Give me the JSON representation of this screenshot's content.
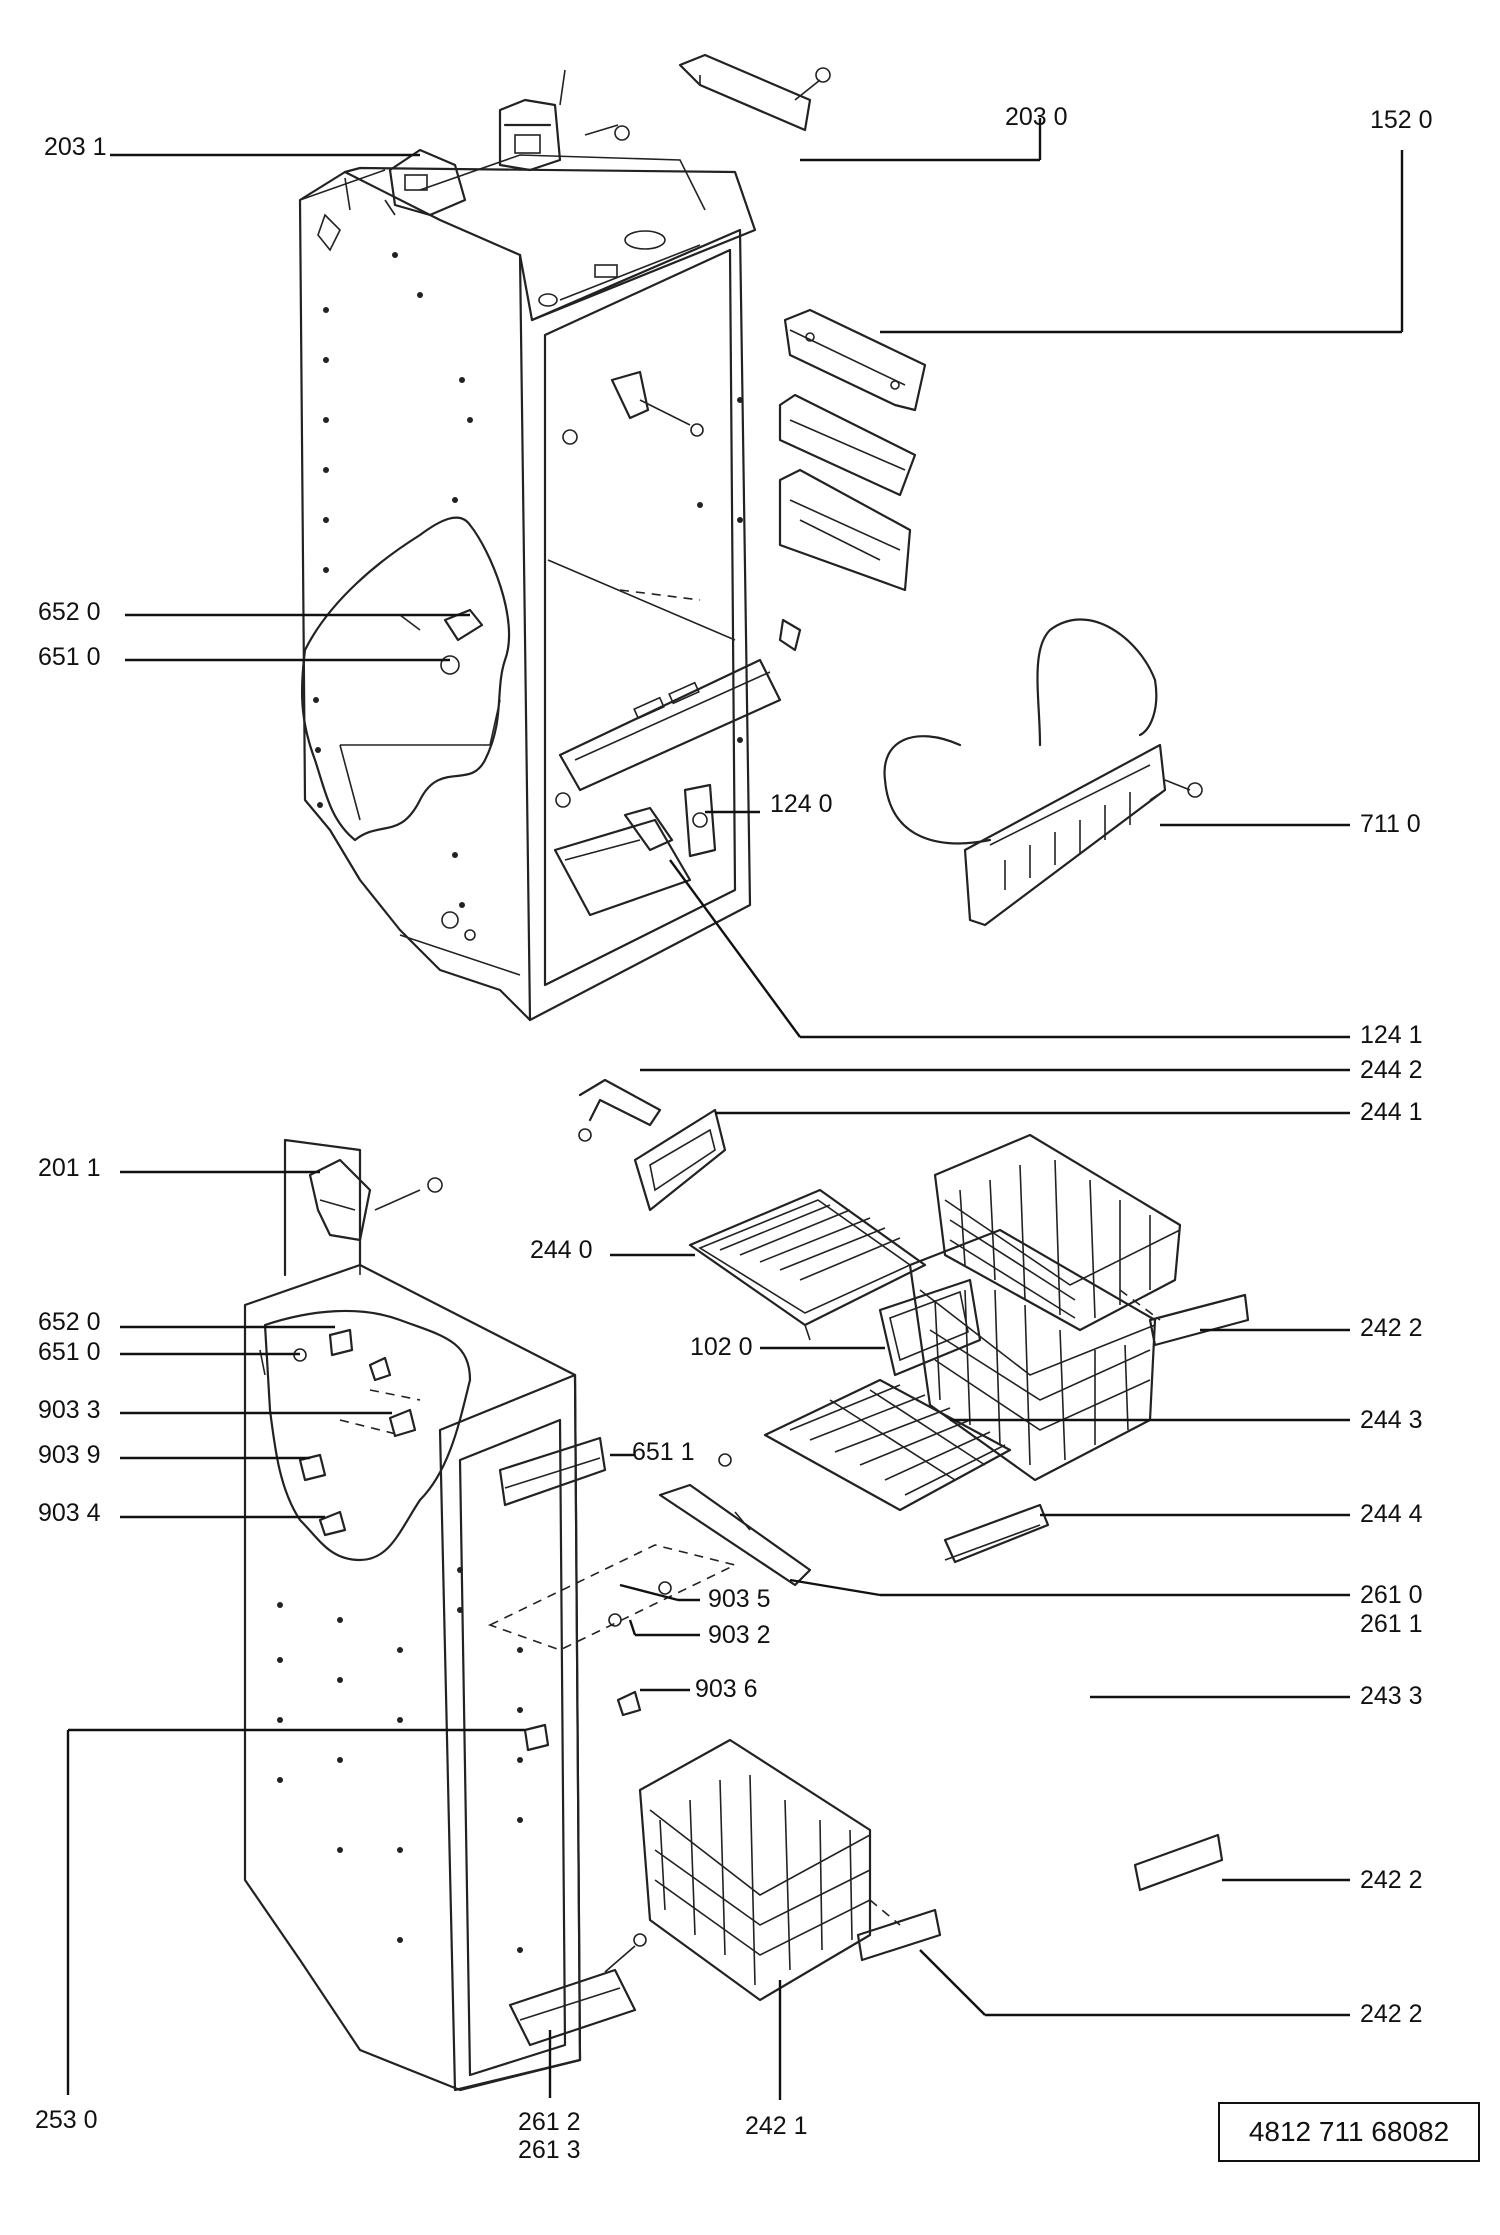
{
  "callouts": {
    "c2031": "203 1",
    "c2030": "203 0",
    "c1520": "152 0",
    "c6520a": "652 0",
    "c6510a": "651 0",
    "c1240": "124 0",
    "c7110": "711 0",
    "c1241": "124 1",
    "c2442": "244 2",
    "c2441": "244 1",
    "c2011": "201 1",
    "c2440": "244 0",
    "c2422a": "242 2",
    "c1020": "102 0",
    "c6520b": "652 0",
    "c6510b": "651 0",
    "c9033": "903 3",
    "c6511": "651 1",
    "c2443": "244 3",
    "c9039": "903 9",
    "c9034": "903 4",
    "c2444": "244 4",
    "c9035": "903 5",
    "c9032": "903 2",
    "c2610": "261 0",
    "c2611": "261 1",
    "c9036": "903 6",
    "c2433": "243 3",
    "c2422b": "242 2",
    "c2422c": "242 2",
    "c2530": "253 0",
    "c2612": "261 2",
    "c2613": "261 3",
    "c2421": "242 1"
  },
  "part_number": "4812 711 68082"
}
